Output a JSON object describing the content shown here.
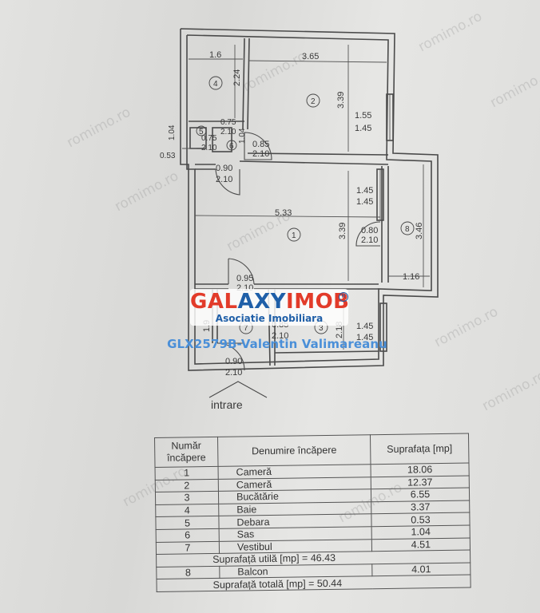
{
  "plan": {
    "dims": {
      "d_1_6": "1.6",
      "d_3_65": "3.65",
      "d_2_24": "2.24",
      "d_3_39a": "3.39",
      "d_1_55": "1.55",
      "d_1_45a": "1.45",
      "d_0_75a": "0.75",
      "d_2_10a": "2.10",
      "d_1_04": "1.04",
      "d_0_53": "0.53",
      "d_0_75b": "0.75",
      "d_2_10b": "2.10",
      "d_1_04b": "1.04",
      "d_0_85a": "0.85",
      "d_2_10c": "2.10",
      "d_0_90a": "0.90",
      "d_2_10d": "2.10",
      "d_1_45b": "1.45",
      "d_1_45c": "1.45",
      "d_5_33": "5.33",
      "d_3_39b": "3.39",
      "d_0_80": "0.80",
      "d_2_10e": "2.10",
      "d_3_46": "3.46",
      "d_1_16": "1.16",
      "d_0_95": "0.95",
      "d_2_10f": "2.10",
      "d_1_9": "1.9",
      "d_0_85b": "0.85",
      "d_2_10g": "2.10",
      "d_2_18": "2.18",
      "d_1_45d": "1.45",
      "d_1_45e": "1.45",
      "d_0_90b": "0.90",
      "d_2_10h": "2.10"
    },
    "rooms": {
      "r1": "1",
      "r2": "2",
      "r3": "3",
      "r4": "4",
      "r5": "5",
      "r6": "6",
      "r7": "7",
      "r8": "8"
    },
    "entrance": "intrare"
  },
  "logo": {
    "name_part1": "GAL",
    "name_part2": "AXY",
    "name_part3": "IMOB",
    "subtitle": "Asociatie Imobiliara",
    "registered": "R"
  },
  "agent_line": "GLX2579B-Valentin Valimareanu",
  "watermark": "romimo.ro",
  "table": {
    "headers": [
      "Număr încăpere",
      "Denumire încăpere",
      "Suprafața [mp]"
    ],
    "rows": [
      {
        "no": "1",
        "name": "Cameră",
        "area": "18.06"
      },
      {
        "no": "2",
        "name": "Cameră",
        "area": "12.37"
      },
      {
        "no": "3",
        "name": "Bucătărie",
        "area": "6.55"
      },
      {
        "no": "4",
        "name": "Baie",
        "area": "3.37"
      },
      {
        "no": "5",
        "name": "Debara",
        "area": "0.53"
      },
      {
        "no": "6",
        "name": "Sas",
        "area": "1.04"
      },
      {
        "no": "7",
        "name": "Vestibul",
        "area": "4.51"
      }
    ],
    "util_label": "Suprafață utilă [mp] = 46.43",
    "balcony": {
      "no": "8",
      "name": "Balcon",
      "area": "4.01"
    },
    "total_label": "Suprafață totală [mp] = 50.44"
  }
}
